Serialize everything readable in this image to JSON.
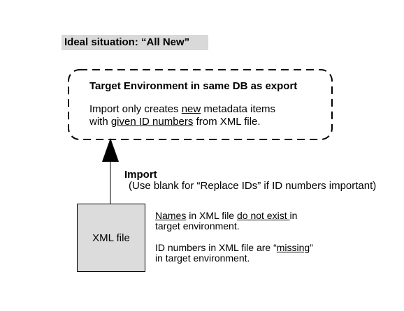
{
  "title": "Ideal situation: “All New”",
  "target_env": {
    "heading": "Target Environment in same DB as export",
    "line1": {
      "pre": "Import only creates ",
      "u": "new",
      "post": " metadata items"
    },
    "line2": {
      "pre": "with ",
      "u": "given ID numbers",
      "post": " from XML file."
    }
  },
  "import": {
    "label": "Import",
    "note": "(Use blank for “Replace IDs” if ID numbers important)"
  },
  "xml_file": {
    "label": "XML file"
  },
  "notes": {
    "n1": {
      "u1": "Names",
      "mid": " in XML file ",
      "u2": "do not exist ",
      "post": "in",
      "line2": "target environment."
    },
    "n2": {
      "pre": "ID numbers in XML file are “",
      "u": "missing",
      "post": "”",
      "line2": "in target environment."
    }
  }
}
